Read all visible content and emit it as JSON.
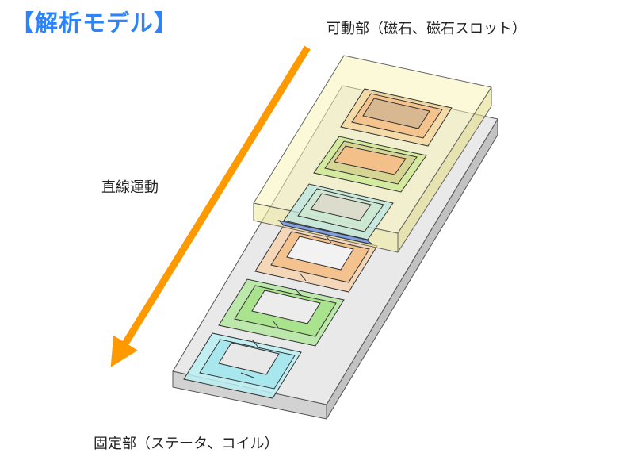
{
  "title": "【解析モデル】",
  "labels": {
    "moving_part": "可動部（磁石、磁石スロット）",
    "linear_motion": "直線運動",
    "fixed_part": "固定部（ステータ、コイル）"
  },
  "colors": {
    "title": "#2a84ff",
    "arrow": "#ff9900",
    "stator": "#dcdcdc",
    "mover": "#f4f1a8",
    "coil_orange": "#f4c08a",
    "coil_green": "#a6e28a",
    "coil_cyan": "#a6e6ee",
    "magnet_blue": "#6f93e6"
  }
}
